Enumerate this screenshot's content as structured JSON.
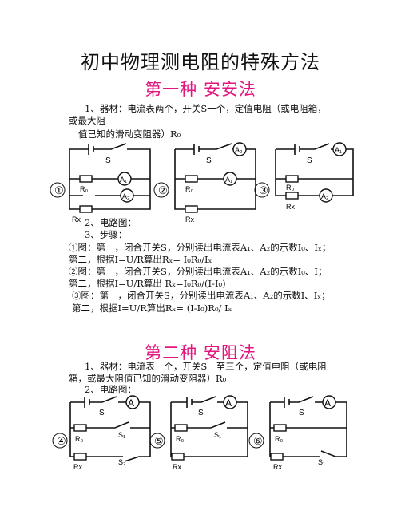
{
  "title": "初中物理测电阻的特殊方法",
  "section1": {
    "heading": "第一种   安安法",
    "materials_1": "1、器材：电流表两个，开关S一个，定值电阻（或电阻箱，",
    "materials_2": "或最大阻",
    "materials_3": "值已知的滑动变阻器）R₀",
    "circuit_label": "2、电路图：",
    "steps_label": "3、步骤：",
    "step1a": "①图：第一，闭合开关S，分别读出电流表A₁、A₂的示数I₀、Iₓ；",
    "step1b": "第二，根据I=U/R算出Rₓ= I₀R₀/Iₓ",
    "step2a": "②图：第一，闭合开关S，分别读出电流表A₁、A₂的示数I₀、I；",
    "step2b": "第二，根据I=U/R算出 Rₓ=I₀R₀/(I-I₀)",
    "step3a": "③图：第一，闭合开关S，分别读出电流表A₁、A₂的示数I、Iₓ；",
    "step3b": "第二，根据I=U/R算出Rₓ= (I-I₀)R₀/ Iₓ"
  },
  "section2": {
    "heading": "第二种   安阻法",
    "materials_1": "1、器材：电流表一个，开关S一至三个，定值电阻（或电阻",
    "materials_2": "箱，或最大阻值已知的滑动变阻器）R₀",
    "circuit_label": "2、电路图："
  },
  "circuits": [
    {
      "num": "①",
      "S": "S",
      "A_top": "",
      "A_mid": "A₁",
      "A_bot": "A₂",
      "R0": "R₀",
      "Rx": "Rx"
    },
    {
      "num": "②",
      "S": "S",
      "A_top": "A₂",
      "A_mid": "A₁",
      "A_bot": "",
      "R0": "R₀",
      "Rx": "Rx"
    },
    {
      "num": "③",
      "S": "S",
      "A_top": "A₁",
      "A_mid": "",
      "A_bot": "A₂",
      "R0": "R₀",
      "Rx": "Rx"
    },
    {
      "num": "④",
      "S": "S",
      "A": "A",
      "S1": "S₁",
      "S2": "S₂",
      "R0": "R₀",
      "Rx": "Rx"
    },
    {
      "num": "⑤",
      "S": "S",
      "A": "A",
      "S1": "S₁",
      "R0": "R₀",
      "Rx": "Rx"
    },
    {
      "num": "⑥",
      "S": "S",
      "A": "A",
      "S1": "S₁",
      "R0": "R₀",
      "Rx": "Rx"
    }
  ]
}
